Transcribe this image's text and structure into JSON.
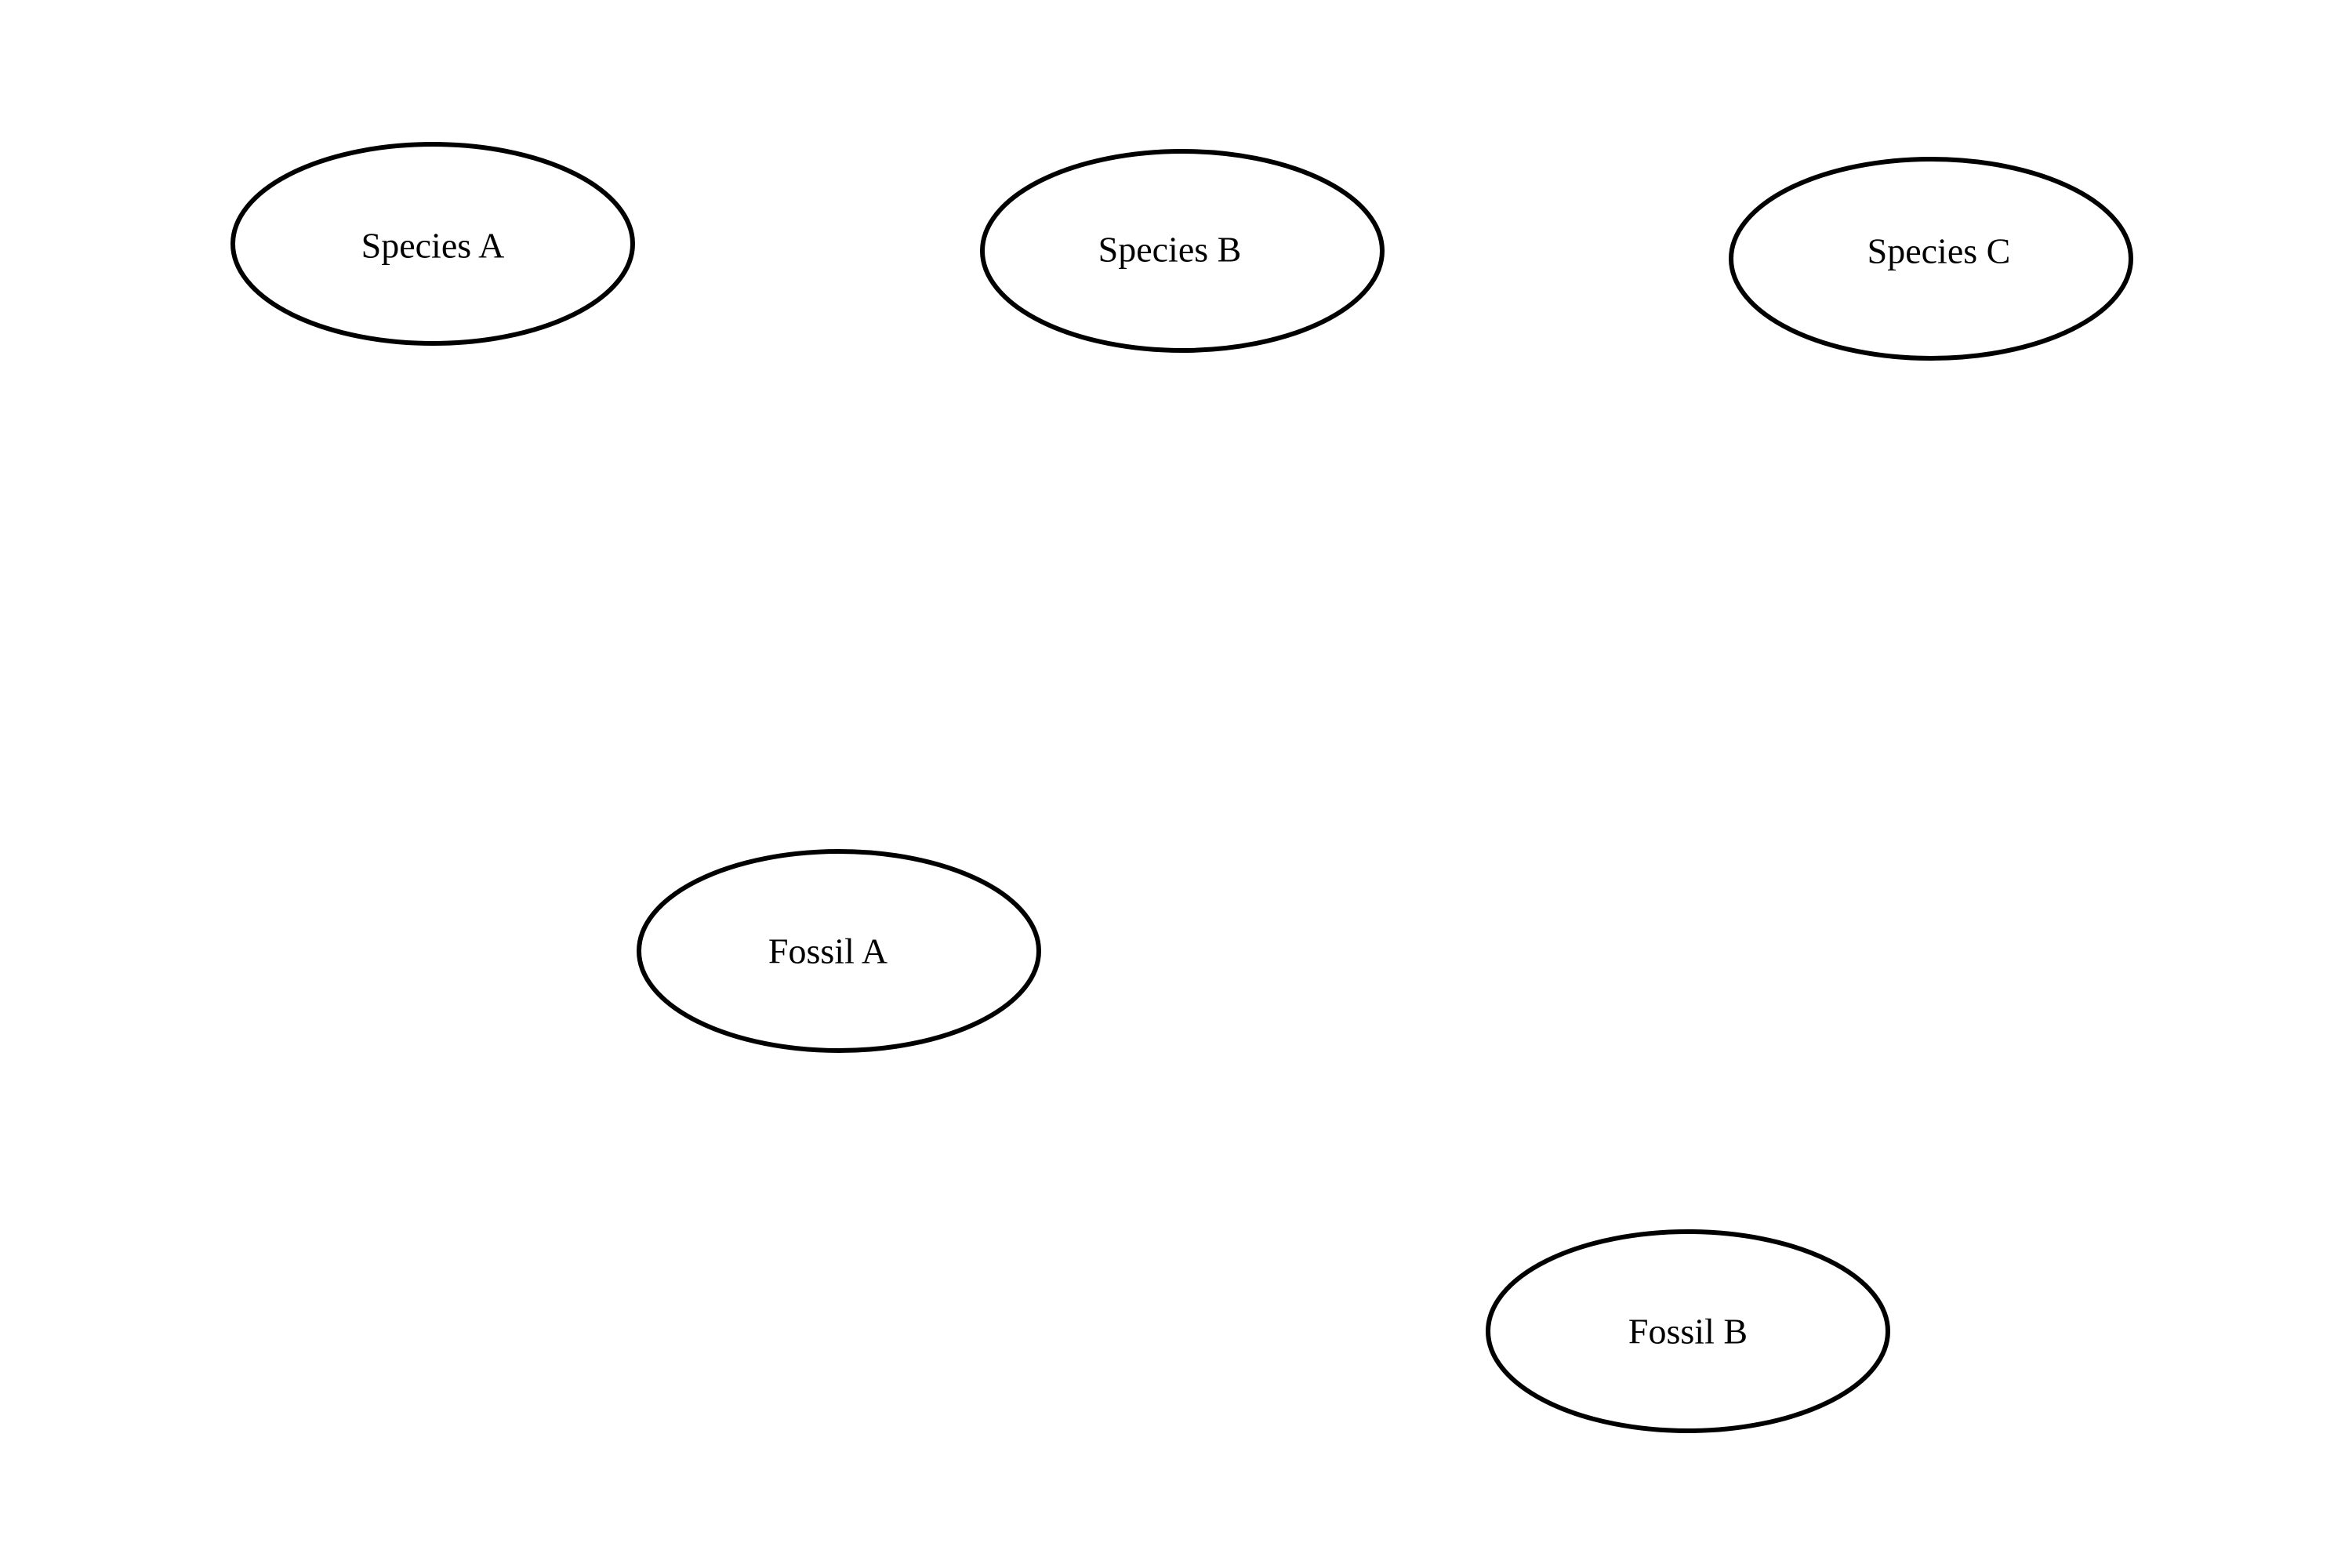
{
  "diagram": {
    "nodes": [
      {
        "id": "species-a",
        "label": "Species A"
      },
      {
        "id": "species-b",
        "label": "Species B"
      },
      {
        "id": "species-c",
        "label": "Species C"
      },
      {
        "id": "fossil-a",
        "label": "Fossil A"
      },
      {
        "id": "fossil-b",
        "label": "Fossil B"
      }
    ]
  }
}
